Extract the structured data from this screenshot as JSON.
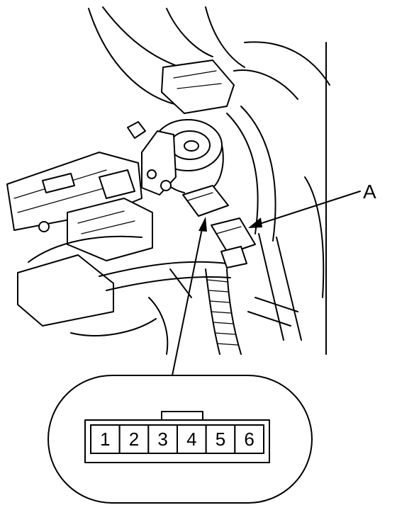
{
  "callout": {
    "label": "A"
  },
  "connector": {
    "pins": [
      "1",
      "2",
      "3",
      "4",
      "5",
      "6"
    ]
  }
}
